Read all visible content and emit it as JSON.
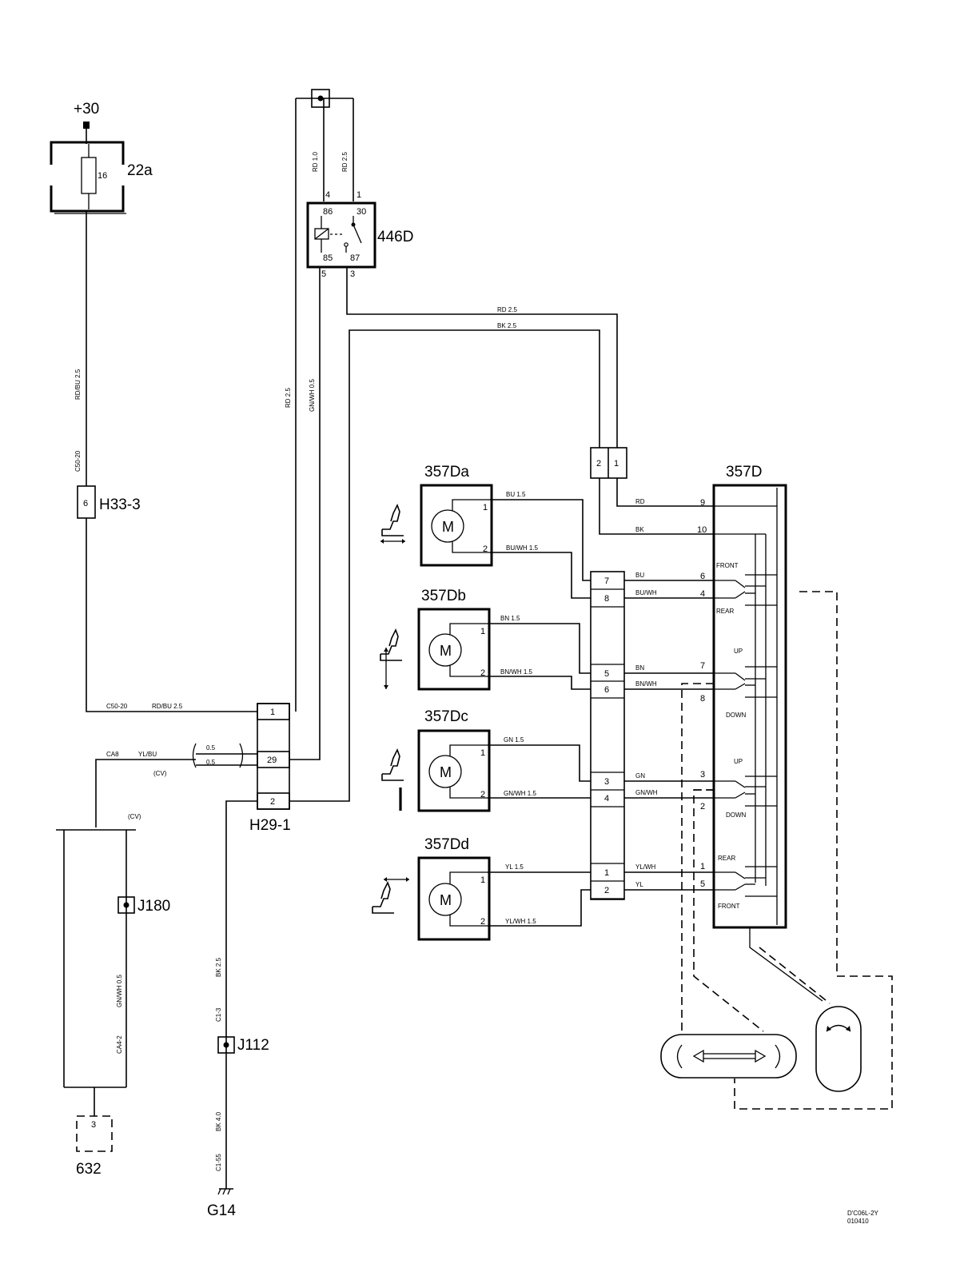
{
  "labels": {
    "supply": "+30",
    "fuse": "22a",
    "fuse_rating": "16",
    "relay": "446D",
    "connector_h33": "H33-3",
    "connector_h29": "H29-1",
    "switch_unit": "357D",
    "motor_a": "357Da",
    "motor_b": "357Db",
    "motor_c": "357Dc",
    "motor_d": "357Dd",
    "junction_j180": "J180",
    "junction_j112": "J112",
    "ground": "G14",
    "module_632": "632",
    "motor_symbol": "M",
    "doc_code_1": "D'C06L-2Y",
    "doc_code_2": "010410"
  },
  "relay_pins": {
    "p86": "86",
    "p30": "30",
    "p85": "85",
    "p87": "87",
    "w4": "4",
    "w1": "1",
    "w5": "5",
    "w3": "3"
  },
  "pins": {
    "h33": "6",
    "h29_1": "1",
    "h29_29": "29",
    "h29_2": "2",
    "c2": "2",
    "c1": "1",
    "m1": "1",
    "m2": "2",
    "conn7": "7",
    "conn8": "8",
    "conn5": "5",
    "conn6": "6",
    "conn3": "3",
    "conn4": "4",
    "conn1": "1",
    "conn2": "2",
    "sw9": "9",
    "sw10": "10",
    "sw6": "6",
    "sw4": "4",
    "sw7": "7",
    "sw8": "8",
    "sw3": "3",
    "sw2": "2",
    "sw1": "1",
    "sw5": "5",
    "module_pin": "3"
  },
  "switch_labels": {
    "front": "FRONT",
    "rear": "REAR",
    "up": "UP",
    "down": "DOWN"
  },
  "wire_labels": {
    "top_rd_1": "RD   1.0",
    "top_rd_25": "RD   2.5",
    "rd_25_h": "RD   2.5",
    "bk_25_h": "BK   2.5",
    "rd_25_v": "RD   2.5",
    "gnwh_05_v": "GN/WH   0.5",
    "rdbu_25_v": "RD/BU   2.5",
    "c50_20_v": "C50-20",
    "c50_20_h": "C50-20",
    "rdbu_25_h": "RD/BU   2.5",
    "ca8": "CA8",
    "ylbu": "YL/BU",
    "w05a": "0.5",
    "w05b": "0.5",
    "cv1": "(CV)",
    "cv2": "(CV)",
    "gnwh_05_lower": "GN/WH   0.5",
    "ca4_2": "CA4-2",
    "bk_25_lower": "BK   2.5",
    "c1_3": "C1-3",
    "bk_40": "BK   4.0",
    "c1_55": "C1-55",
    "bu_15": "BU   1.5",
    "buwh_15": "BU/WH   1.5",
    "bn_15": "BN   1.5",
    "bnwh_15": "BN/WH   1.5",
    "gn_15": "GN   1.5",
    "gnwh_15": "GN/WH   1.5",
    "yl_15": "YL   1.5",
    "ylwh_15": "YL/WH   1.5",
    "sw_rd": "RD",
    "sw_bk": "BK",
    "sw_bu": "BU",
    "sw_buwh": "BU/WH",
    "sw_bn": "BN",
    "sw_bnwh": "BN/WH",
    "sw_gn": "GN",
    "sw_gnwh": "GN/WH",
    "sw_ylwh": "YL/WH",
    "sw_yl": "YL"
  }
}
